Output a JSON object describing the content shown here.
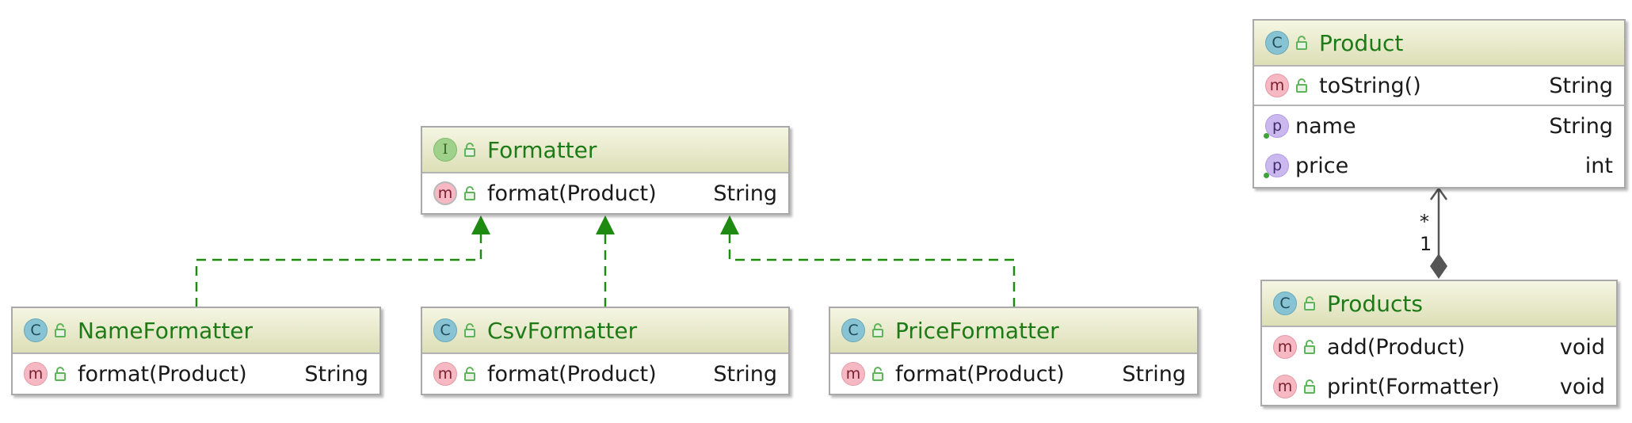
{
  "classes": {
    "formatter": {
      "kind": "I",
      "name": "Formatter",
      "members": [
        {
          "kind": "m",
          "name": "format(Product)",
          "type": "String"
        }
      ]
    },
    "name_formatter": {
      "kind": "C",
      "name": "NameFormatter",
      "members": [
        {
          "kind": "m",
          "name": "format(Product)",
          "type": "String"
        }
      ]
    },
    "csv_formatter": {
      "kind": "C",
      "name": "CsvFormatter",
      "members": [
        {
          "kind": "m",
          "name": "format(Product)",
          "type": "String"
        }
      ]
    },
    "price_formatter": {
      "kind": "C",
      "name": "PriceFormatter",
      "members": [
        {
          "kind": "m",
          "name": "format(Product)",
          "type": "String"
        }
      ]
    },
    "product": {
      "kind": "C",
      "name": "Product",
      "members": [
        {
          "kind": "m",
          "name": "toString()",
          "type": "String"
        },
        {
          "kind": "p",
          "name": "name",
          "type": "String"
        },
        {
          "kind": "p",
          "name": "price",
          "type": "int"
        }
      ]
    },
    "products": {
      "kind": "C",
      "name": "Products",
      "members": [
        {
          "kind": "m",
          "name": "add(Product)",
          "type": "void"
        },
        {
          "kind": "m",
          "name": "print(Formatter)",
          "type": "void"
        }
      ]
    }
  },
  "relations": [
    {
      "type": "realization",
      "from": "NameFormatter",
      "to": "Formatter"
    },
    {
      "type": "realization",
      "from": "CsvFormatter",
      "to": "Formatter"
    },
    {
      "type": "realization",
      "from": "PriceFormatter",
      "to": "Formatter"
    },
    {
      "type": "composition",
      "from": "Products",
      "to": "Product",
      "multiplicity_target": "*",
      "multiplicity_source": "1"
    }
  ],
  "colors": {
    "realization_line": "#1f8a12",
    "class_title": "#1d7a16",
    "composition_line": "#555555"
  }
}
